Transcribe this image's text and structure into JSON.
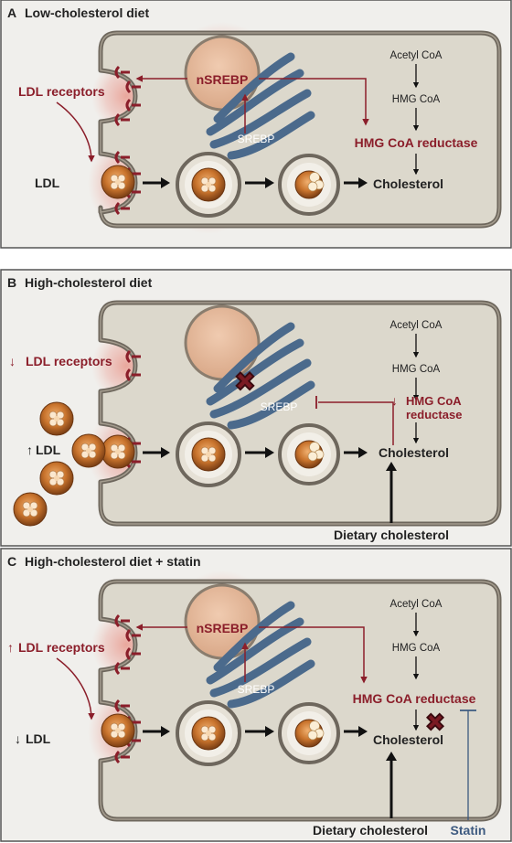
{
  "colors": {
    "panel_background": "#f0efec",
    "cell_fill": "#dcd8cc",
    "membrane": "#6e675d",
    "nucleus_fill": "#e3b89a",
    "glow": "#e36b5a",
    "receptor_red": "#8b1e2a",
    "er_blue": "#4b6a8c",
    "ldl_orange": "#c9742d",
    "statin_blue": "#3d5a80"
  },
  "panels": [
    {
      "id": "A",
      "letter": "A",
      "title": "Low-cholesterol diet",
      "pathway": {
        "acetyl": "Acetyl CoA",
        "hmg": "HMG CoA",
        "reductase": "HMG CoA reductase",
        "cholesterol": "Cholesterol"
      },
      "receptors_label": "LDL receptors",
      "ldl_label": "LDL",
      "nsrebp_label": "nSREBP",
      "srebp_label": "SREBP"
    },
    {
      "id": "B",
      "letter": "B",
      "title": "High-cholesterol diet",
      "pathway": {
        "acetyl": "Acetyl CoA",
        "hmg": "HMG CoA",
        "reductase_line1": "HMG CoA",
        "reductase_line2": "reductase",
        "cholesterol": "Cholesterol"
      },
      "receptors_label": "LDL receptors",
      "ldl_label": "LDL",
      "srebp_label": "SREBP",
      "dietary_label": "Dietary cholesterol"
    },
    {
      "id": "C",
      "letter": "C",
      "title": "High-cholesterol diet + statin",
      "pathway": {
        "acetyl": "Acetyl CoA",
        "hmg": "HMG CoA",
        "reductase": "HMG CoA reductase",
        "cholesterol": "Cholesterol"
      },
      "receptors_label": "LDL receptors",
      "ldl_label": "LDL",
      "nsrebp_label": "nSREBP",
      "srebp_label": "SREBP",
      "dietary_label": "Dietary cholesterol",
      "statin_label": "Statin"
    }
  ]
}
